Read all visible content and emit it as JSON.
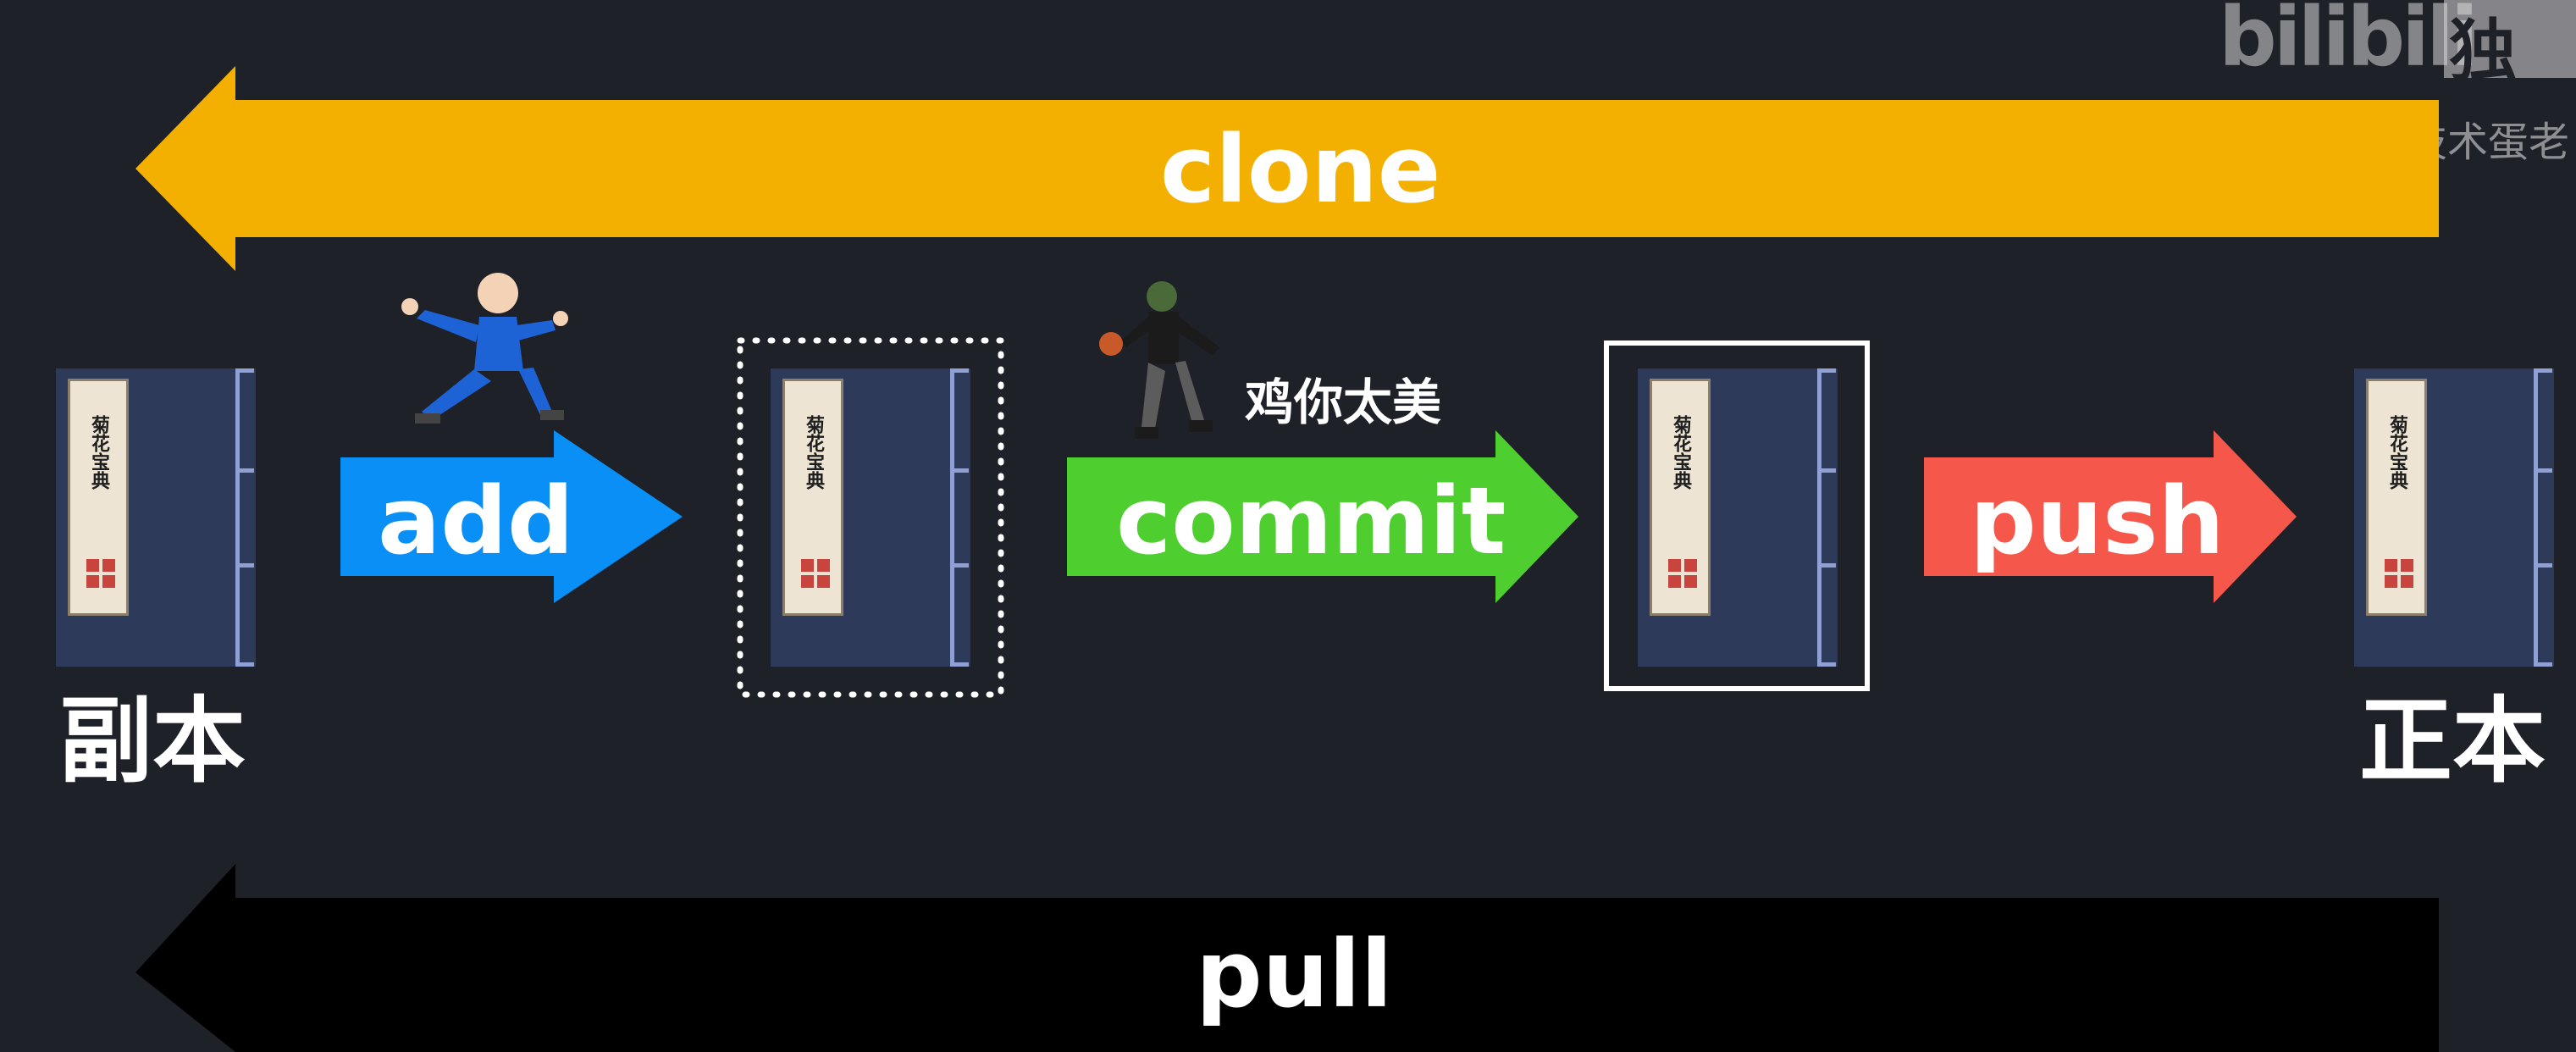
{
  "watermark": {
    "logo_text": "bilibili",
    "badge": "独家",
    "author": "@技术蛋老"
  },
  "arrows": {
    "clone": "clone",
    "add": "add",
    "commit": "commit",
    "push": "push",
    "pull": "pull"
  },
  "caption": "鸡你太美",
  "book_title": "菊花宝典",
  "labels": {
    "local": "副本",
    "remote": "正本"
  },
  "colors": {
    "background": "#1f2129",
    "clone": "#f4b000",
    "add": "#0a8ff7",
    "commit": "#4fcf2f",
    "push": "#f5584a",
    "pull": "#000000"
  }
}
